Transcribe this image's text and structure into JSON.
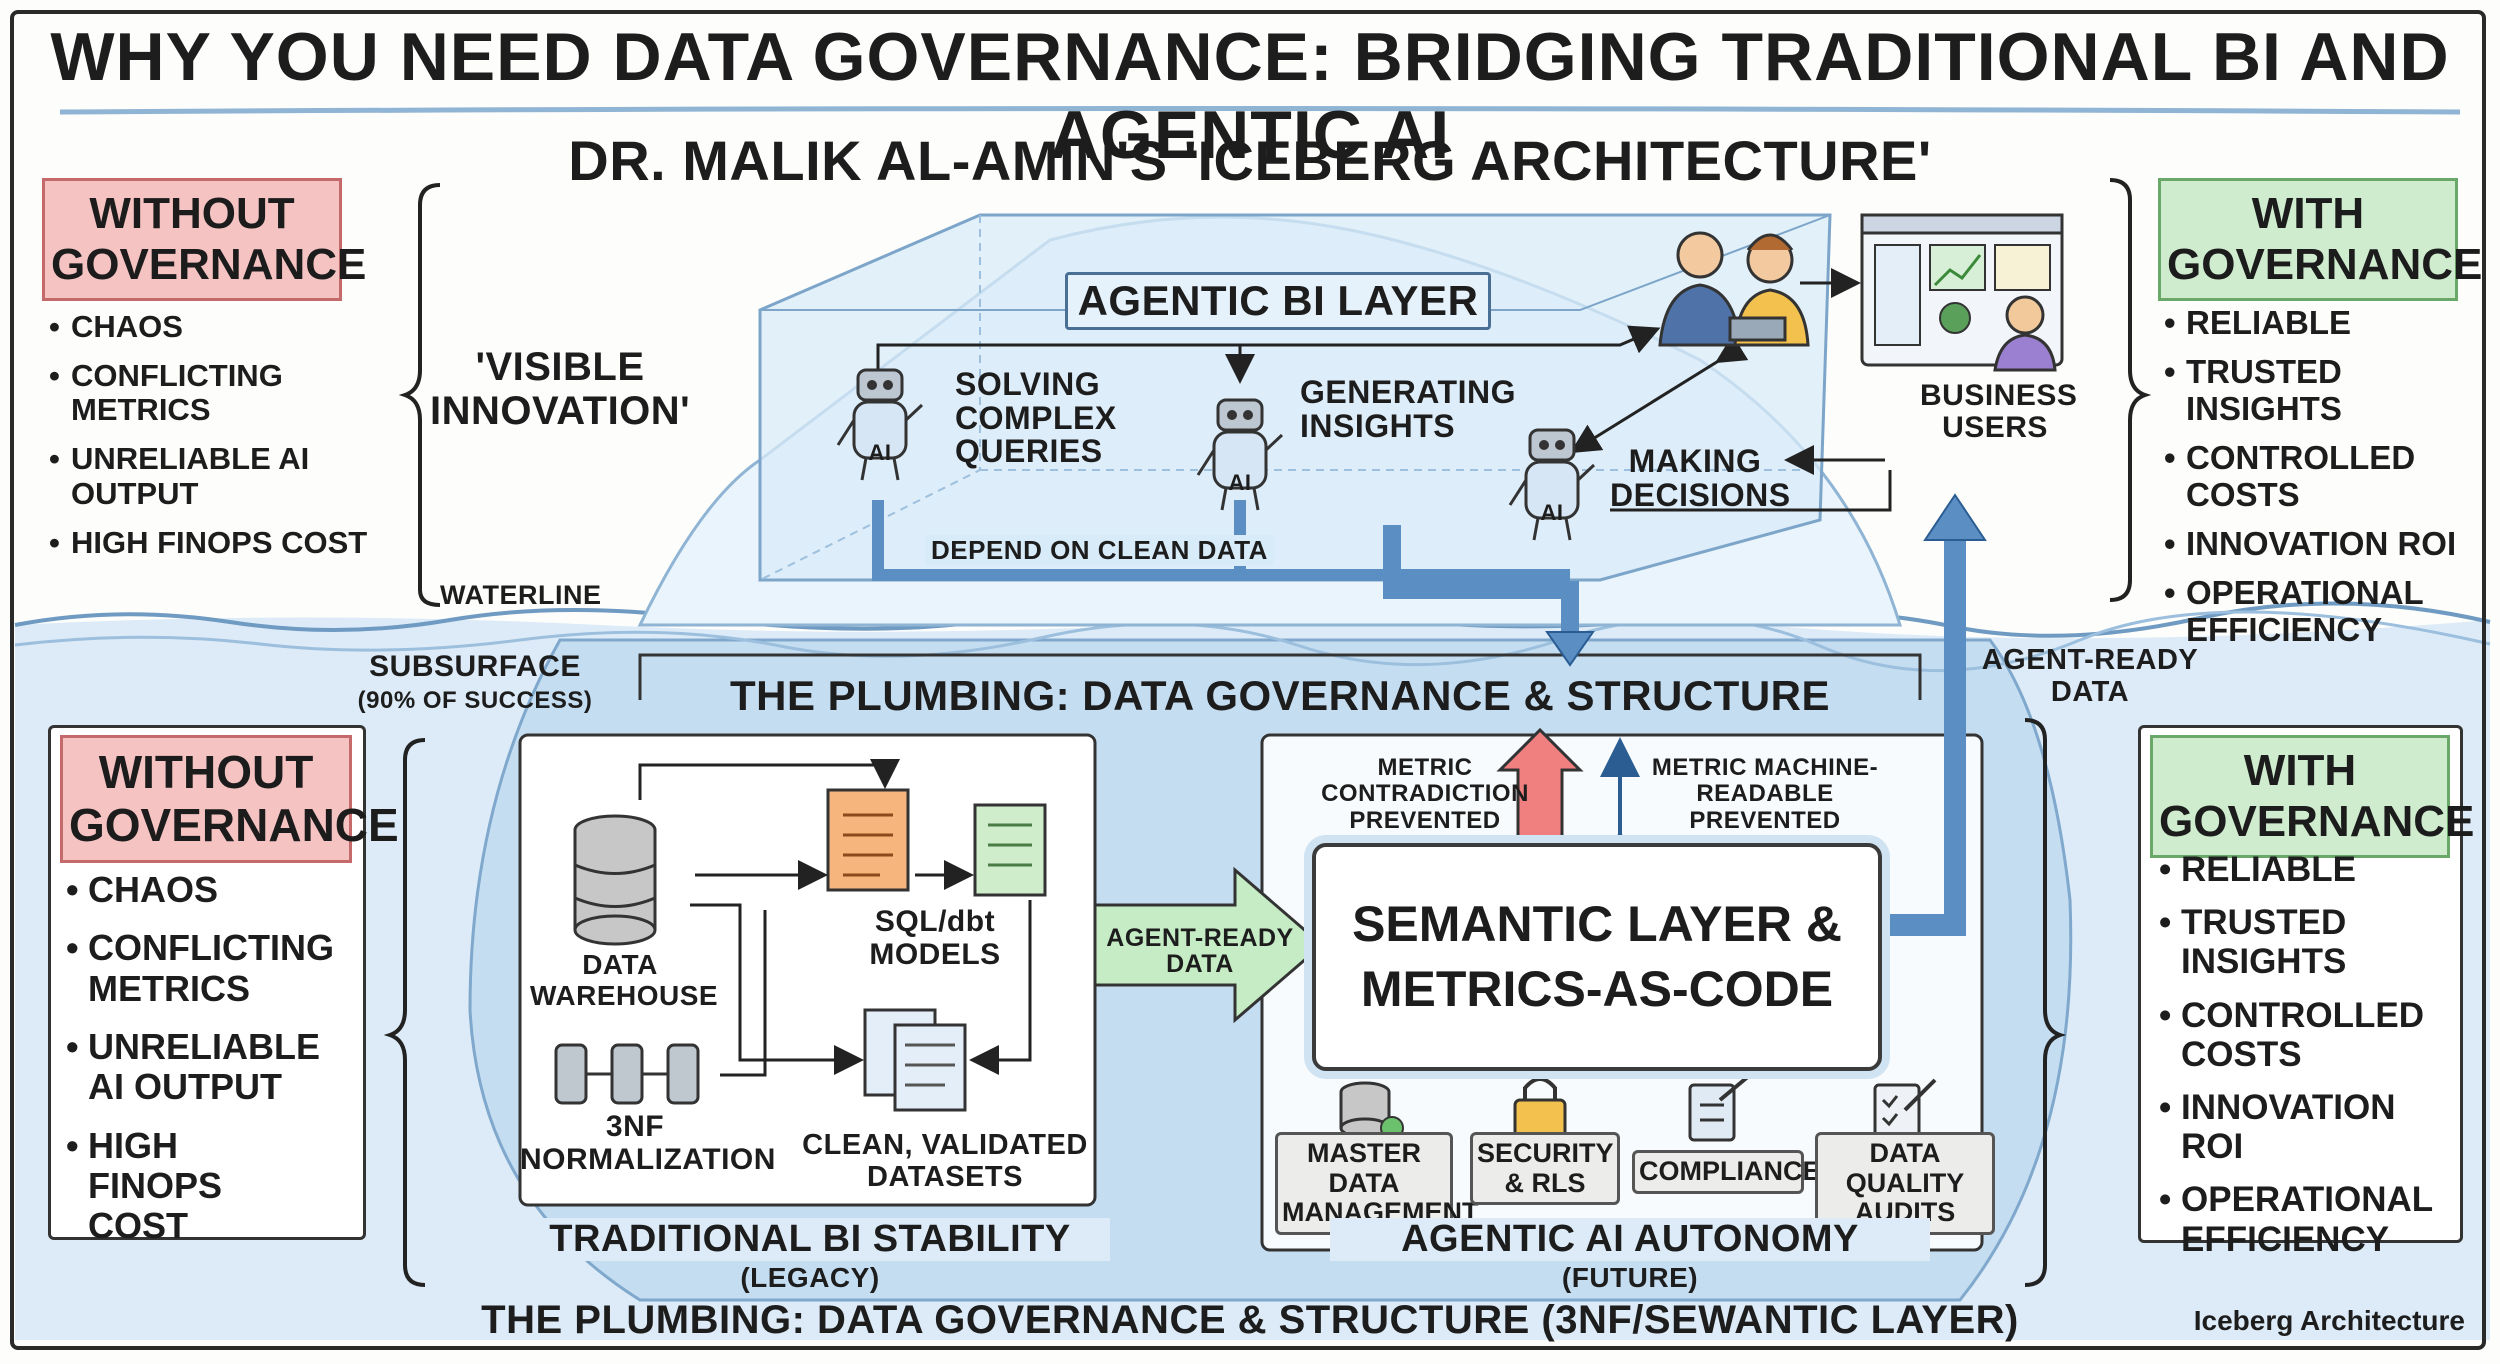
{
  "title": "WHY YOU NEED DATA GOVERNANCE: BRIDGING TRADITIONAL BI AND AGENTIC AI",
  "subtitle": "DR. MALIK AL-AMIN'S 'ICEBERG ARCHITECTURE'",
  "left_top": {
    "header": "WITHOUT GOVERNANCE",
    "items": [
      "CHAOS",
      "CONFLICTING METRICS",
      "UNRELIABLE AI OUTPUT",
      "HIGH FiNOps COST"
    ]
  },
  "right_top": {
    "header": "WITH GOVERNANCE",
    "items": [
      "RELIABLE",
      "TRUSTED INSIGHTS",
      "CONTROLLED COSTS",
      "INNOVATION ROI",
      "OPERATIONAL EFFICIENCY"
    ]
  },
  "left_bottom": {
    "header": "WITHOUT GOVERNANCE",
    "items": [
      "CHAOS",
      "CONFLICTING METRICS",
      "UNRELIABLE AI OUTPUT",
      "HIGH FINOPS COST"
    ]
  },
  "right_bottom": {
    "header": "WITH GOVERNANCE",
    "items": [
      "RELIABLE",
      "TRUSTED INSIGHTS",
      "CONTROLLED COSTS",
      "INNOVATION ROI",
      "OPERATIONAL EFFICIENCY"
    ]
  },
  "visible_innovation": "'VISIBLE INNOVATION'",
  "waterline": "WATERLINE",
  "subsurface": "SUBSURFACE",
  "subsurface_note": "(90% OF SUCCESS)",
  "agentic_layer": {
    "title": "AGENTIC BI LAYER",
    "robot_label": "AI",
    "agents": [
      "SOLVING COMPLEX QUERIES",
      "GENERATING INSIGHTS",
      "MAKING DECISIONS"
    ],
    "depend": "DEPEND ON CLEAN DATA",
    "business_users": "BUSINESS USERS"
  },
  "plumbing_title": "THE PLUMBING: DATA GOVERNANCE & STRUCTURE",
  "agent_ready_right": "AGENT-READY DATA",
  "traditional": {
    "data_warehouse": "DATA WAREHOUSE",
    "normalization": "3NF NORMALIZATION",
    "sql_models": "SQL/dbt MODELS",
    "clean_datasets": "CLEAN, VALIDATED DATASETS",
    "footer": "TRADITIONAL BI STABILITY",
    "footer_note": "(LEGACY)"
  },
  "agent_ready_arrow": "AGENT-READY DATA",
  "agentic_autonomy": {
    "metric_left": "METRIC CONTRADICTION PREVENTED",
    "metric_right": "METRIC MACHINE-READABLE PREVENTED",
    "semantic_line1": "SEMANTIC LAYER &",
    "semantic_line2": "METRICS-AS-CODE",
    "governance_items": [
      "MASTER DATA MANAGEMENT",
      "SECURITY & RLS",
      "COMPLIANCE",
      "DATA QUALITY AUDITS"
    ],
    "footer": "AGENTIC AI AUTONOMY",
    "footer_note": "(FUTURE)"
  },
  "bottom_title": "THE PLUMBING: DATA GOVERNANCE & STRUCTURE (3NF/SEWANTIC LAYER)",
  "signature": "Iceberg Architecture",
  "colors": {
    "water": "#cfe3f3",
    "ice": "#e6f2fb",
    "red_tag": "#f6c3c3",
    "green_tag": "#cfeccf",
    "arrow_blue": "#5b8fc4",
    "arrow_green": "#c5ecc5",
    "arrow_red": "#f08080"
  }
}
